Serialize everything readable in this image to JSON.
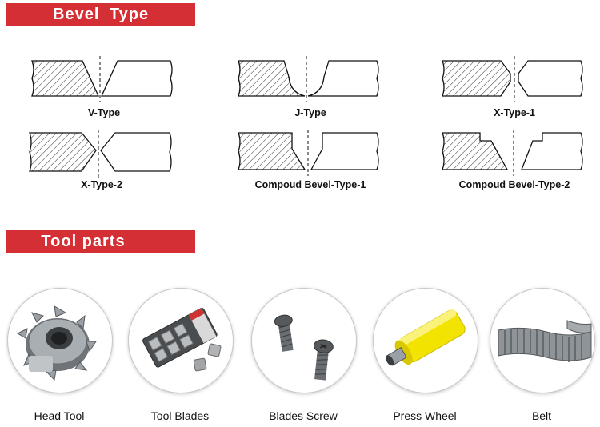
{
  "sections": {
    "bevel_title": "Bevel Type",
    "tools_title": "Tool parts"
  },
  "bevel_types": [
    {
      "label": "V-Type"
    },
    {
      "label": "J-Type"
    },
    {
      "label": "X-Type-1"
    },
    {
      "label": "X-Type-2"
    },
    {
      "label": "Compoud Bevel-Type-1"
    },
    {
      "label": "Compoud Bevel-Type-2"
    }
  ],
  "tools": [
    {
      "label": "Head Tool",
      "icon": "milling-head-icon"
    },
    {
      "label": "Tool Blades",
      "icon": "carbide-inserts-icon"
    },
    {
      "label": "Blades Screw",
      "icon": "screw-icon"
    },
    {
      "label": "Press Wheel",
      "icon": "press-wheel-icon"
    },
    {
      "label": "Belt",
      "icon": "belt-icon"
    }
  ],
  "colors": {
    "banner": "#d42f35",
    "press_wheel": "#f2e400",
    "metal": "#8a8f93"
  }
}
